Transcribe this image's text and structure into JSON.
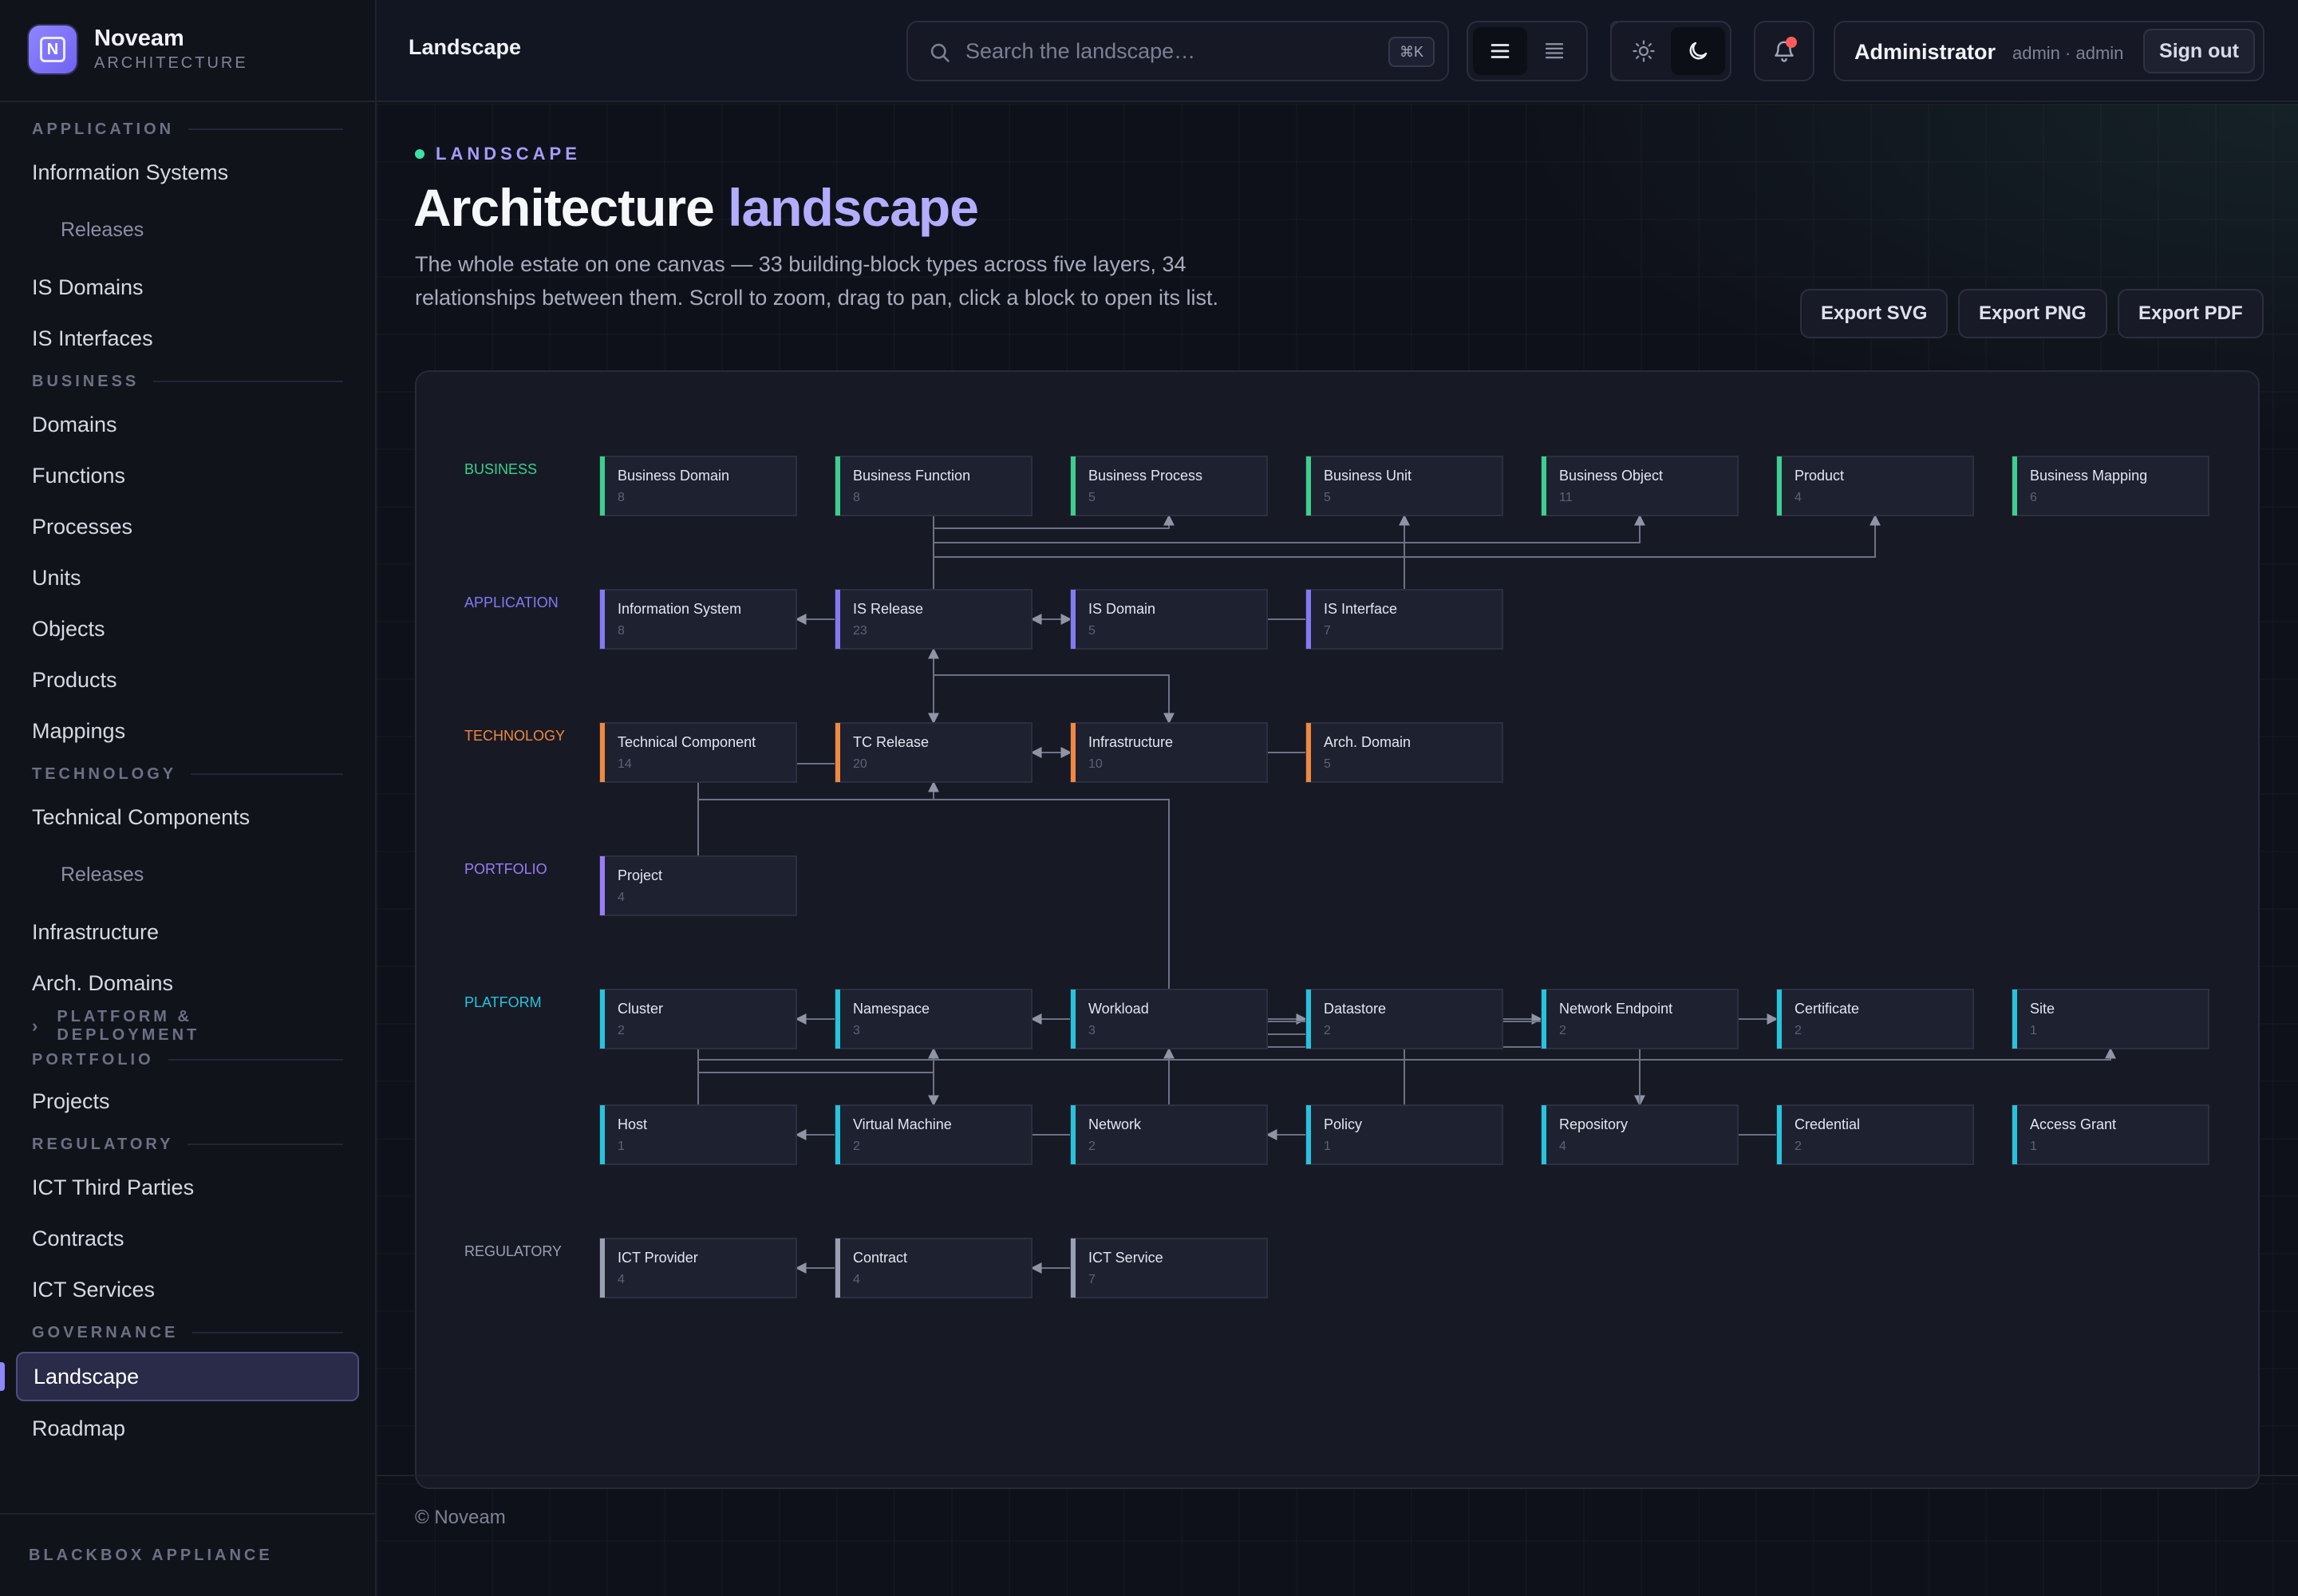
{
  "brand": {
    "name": "Noveam",
    "subtitle": "ARCHITECTURE",
    "logo_glyph": "N"
  },
  "sidebar": {
    "sections": [
      {
        "label": "APPLICATION",
        "items": [
          {
            "label": "Information Systems"
          },
          {
            "label": "Releases",
            "sub": true
          },
          {
            "label": "IS Domains"
          },
          {
            "label": "IS Interfaces"
          }
        ]
      },
      {
        "label": "BUSINESS",
        "items": [
          {
            "label": "Domains"
          },
          {
            "label": "Functions"
          },
          {
            "label": "Processes"
          },
          {
            "label": "Units"
          },
          {
            "label": "Objects"
          },
          {
            "label": "Products"
          },
          {
            "label": "Mappings"
          }
        ]
      },
      {
        "label": "TECHNOLOGY",
        "items": [
          {
            "label": "Technical Components"
          },
          {
            "label": "Releases",
            "sub": true
          },
          {
            "label": "Infrastructure"
          },
          {
            "label": "Arch. Domains"
          }
        ]
      },
      {
        "label": "PLATFORM & DEPLOYMENT",
        "collapsed": true,
        "items": []
      },
      {
        "label": "PORTFOLIO",
        "items": [
          {
            "label": "Projects"
          }
        ]
      },
      {
        "label": "REGULATORY",
        "items": [
          {
            "label": "ICT Third Parties"
          },
          {
            "label": "Contracts"
          },
          {
            "label": "ICT Services"
          }
        ]
      },
      {
        "label": "GOVERNANCE",
        "items": [
          {
            "label": "Landscape",
            "active": true
          },
          {
            "label": "Roadmap"
          }
        ]
      }
    ],
    "footer": "BLACKBOX APPLIANCE"
  },
  "topbar": {
    "page": "Landscape",
    "search_placeholder": "Search the landscape…",
    "search_shortcut": "⌘K",
    "user": "Administrator",
    "role": "admin · admin",
    "signout": "Sign out"
  },
  "header": {
    "eyebrow": "LANDSCAPE",
    "title_main": "Architecture ",
    "title_accent": "landscape",
    "description": "The whole estate on one canvas — 33 building-block types across five layers, 34 relationships between them. Scroll to zoom, drag to pan, click a block to open its list."
  },
  "exports": [
    "Export SVG",
    "Export PNG",
    "Export PDF"
  ],
  "colors": {
    "business": "#3ccf8e",
    "application": "#8479f5",
    "technology": "#f0883e",
    "portfolio": "#9b7cf6",
    "platform": "#27c3dc",
    "regulatory": "#9aa0b4"
  },
  "diagram": {
    "layers": [
      {
        "key": "business",
        "label": "BUSINESS"
      },
      {
        "key": "application",
        "label": "APPLICATION"
      },
      {
        "key": "technology",
        "label": "TECHNOLOGY"
      },
      {
        "key": "portfolio",
        "label": "PORTFOLIO"
      },
      {
        "key": "platform",
        "label": "PLATFORM"
      },
      {
        "key": "regulatory",
        "label": "REGULATORY"
      }
    ],
    "blocks": [
      {
        "id": "bd",
        "label": "Business Domain",
        "count": "8",
        "layer": "business"
      },
      {
        "id": "bf",
        "label": "Business Function",
        "count": "8",
        "layer": "business"
      },
      {
        "id": "bp",
        "label": "Business Process",
        "count": "5",
        "layer": "business"
      },
      {
        "id": "bu",
        "label": "Business Unit",
        "count": "5",
        "layer": "business"
      },
      {
        "id": "bo",
        "label": "Business Object",
        "count": "11",
        "layer": "business"
      },
      {
        "id": "pr",
        "label": "Product",
        "count": "4",
        "layer": "business"
      },
      {
        "id": "bm",
        "label": "Business Mapping",
        "count": "6",
        "layer": "business"
      },
      {
        "id": "is",
        "label": "Information System",
        "count": "8",
        "layer": "application"
      },
      {
        "id": "isr",
        "label": "IS Release",
        "count": "23",
        "layer": "application"
      },
      {
        "id": "isd",
        "label": "IS Domain",
        "count": "5",
        "layer": "application"
      },
      {
        "id": "isi",
        "label": "IS Interface",
        "count": "7",
        "layer": "application"
      },
      {
        "id": "tc",
        "label": "Technical Component",
        "count": "14",
        "layer": "technology"
      },
      {
        "id": "tcr",
        "label": "TC Release",
        "count": "20",
        "layer": "technology"
      },
      {
        "id": "inf",
        "label": "Infrastructure",
        "count": "10",
        "layer": "technology"
      },
      {
        "id": "ad",
        "label": "Arch. Domain",
        "count": "5",
        "layer": "technology"
      },
      {
        "id": "prj",
        "label": "Project",
        "count": "4",
        "layer": "portfolio"
      },
      {
        "id": "cl",
        "label": "Cluster",
        "count": "2",
        "layer": "platform"
      },
      {
        "id": "ns",
        "label": "Namespace",
        "count": "3",
        "layer": "platform"
      },
      {
        "id": "wl",
        "label": "Workload",
        "count": "3",
        "layer": "platform"
      },
      {
        "id": "ds",
        "label": "Datastore",
        "count": "2",
        "layer": "platform"
      },
      {
        "id": "ne",
        "label": "Network Endpoint",
        "count": "2",
        "layer": "platform"
      },
      {
        "id": "ce",
        "label": "Certificate",
        "count": "2",
        "layer": "platform"
      },
      {
        "id": "si",
        "label": "Site",
        "count": "1",
        "layer": "platform"
      },
      {
        "id": "ho",
        "label": "Host",
        "count": "1",
        "layer": "platform"
      },
      {
        "id": "vm",
        "label": "Virtual Machine",
        "count": "2",
        "layer": "platform"
      },
      {
        "id": "nw",
        "label": "Network",
        "count": "2",
        "layer": "platform"
      },
      {
        "id": "po",
        "label": "Policy",
        "count": "1",
        "layer": "platform"
      },
      {
        "id": "re",
        "label": "Repository",
        "count": "4",
        "layer": "platform"
      },
      {
        "id": "cr",
        "label": "Credential",
        "count": "2",
        "layer": "platform"
      },
      {
        "id": "ag",
        "label": "Access Grant",
        "count": "1",
        "layer": "platform"
      },
      {
        "id": "ictp",
        "label": "ICT Provider",
        "count": "4",
        "layer": "regulatory"
      },
      {
        "id": "con",
        "label": "Contract",
        "count": "4",
        "layer": "regulatory"
      },
      {
        "id": "icts",
        "label": "ICT Service",
        "count": "7",
        "layer": "regulatory"
      }
    ]
  },
  "footer": {
    "copyright": "© Noveam"
  }
}
